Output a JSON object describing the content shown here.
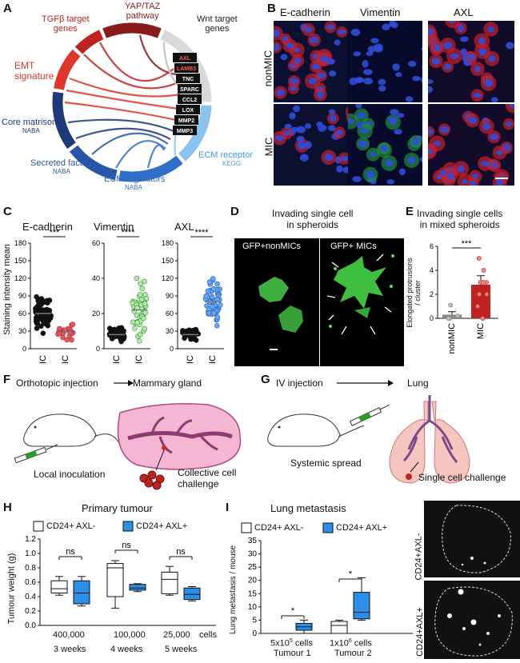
{
  "panel_labels": {
    "A": "A",
    "B": "B",
    "C": "C",
    "D": "D",
    "E": "E",
    "F": "F",
    "G": "G",
    "H": "H",
    "I": "I"
  },
  "panelA": {
    "segments": [
      {
        "label": "YAP/TAZ\npathway",
        "color": "#8b1a1a"
      },
      {
        "label": "Wnt target\ngenes",
        "color": "#d9d9d9"
      },
      {
        "label": "ECM receptor",
        "sub": "KEGG",
        "color": "#89c2ec"
      },
      {
        "label": "ECM regulators",
        "sub": "NABA",
        "color": "#2f6fc7"
      },
      {
        "label": "Secreted factors",
        "sub": "NABA",
        "color": "#2855a8"
      },
      {
        "label": "Core matrisome",
        "sub": "NABA",
        "color": "#1f3a7a"
      },
      {
        "label": "EMT\nsignature",
        "color": "#e0352b"
      },
      {
        "label": "TGFβ target\ngenes",
        "color": "#c0231f"
      }
    ],
    "genes": [
      "AXL",
      "LAMB3",
      "TNC",
      "SPARC",
      "CCL2",
      "LOX",
      "MMP2",
      "MMP3"
    ]
  },
  "panelB": {
    "columns": [
      "E-cadherin",
      "Vimentin",
      "AXL"
    ],
    "rows": [
      "nonMIC",
      "MIC"
    ]
  },
  "panelC": {
    "ylabel": "Staining intensity mean",
    "charts": [
      {
        "title": "E-cadherin",
        "yticks": [
          "0",
          "30",
          "60",
          "90",
          "120",
          "150",
          "180"
        ],
        "groups": [
          "nonMIC",
          "MIC"
        ],
        "sig": "***"
      },
      {
        "title": "Vimentin",
        "yticks": [
          "0",
          "20",
          "40",
          "60"
        ],
        "groups": [
          "nonMIC",
          "MIC"
        ],
        "sig": "****"
      },
      {
        "title": "AXL",
        "yticks": [
          "0",
          "30",
          "60",
          "90",
          "120",
          "150",
          "180"
        ],
        "groups": [
          "nonMIC",
          "MIC"
        ],
        "sig": "****"
      }
    ]
  },
  "panelD": {
    "title": "Invading single cell\nin spheroids",
    "left": "GFP+nonMICs",
    "right": "GFP+ MICs"
  },
  "panelE": {
    "title": "Invading single cells\nin mixed spheroids",
    "ylabel": "Elongated protrusions\n/ cluster",
    "yticks": [
      "0",
      "2",
      "4",
      "6"
    ],
    "groups": [
      "nonMIC",
      "MIC"
    ],
    "sig": "***"
  },
  "panelF": {
    "step1": "Orthotopic injection",
    "step2": "Mammary gland",
    "cap1": "Local inoculation",
    "cap2": "Collective cell\nchallenge"
  },
  "panelG": {
    "step1": "IV injection",
    "step2": "Lung",
    "cap1": "Systemic spread",
    "cap2": "Single cell challenge"
  },
  "panelH": {
    "title": "Primary tumour",
    "legend": [
      "CD24+ AXL-",
      "CD24+ AXL+"
    ],
    "ylabel": "Tumour weight (g)",
    "yticks": [
      "0.0",
      "0.2",
      "0.4",
      "0.6",
      "0.8",
      "1.0",
      "1.2"
    ],
    "groups": [
      "400,000",
      "100,000",
      "25,000"
    ],
    "weeks": [
      "3 weeks",
      "4 weeks",
      "5 weeks"
    ],
    "units": "cells",
    "sig": [
      "ns",
      "ns",
      "ns"
    ]
  },
  "panelI": {
    "title": "Lung metastasis",
    "legend": [
      "CD24+ AXL-",
      "CD24+ AXL+"
    ],
    "ylabel": "Lung metastasis / mouse",
    "yticks": [
      "0",
      "5",
      "10",
      "15",
      "20",
      "25",
      "30",
      "35"
    ],
    "groups": [
      "5x10",
      "1x10"
    ],
    "exps": [
      "5",
      "6"
    ],
    "units": "cells",
    "tumours": [
      "Tumour 1",
      "Tumour 2"
    ],
    "sig": [
      "*",
      "*"
    ],
    "img_labels": [
      "CD24+AXL-",
      "CD24+AXL+"
    ]
  },
  "colors": {
    "red": "#c0231f",
    "blue": "#2b7fd8",
    "green": "#2a9a2a",
    "lightblue": "#4aa3f0"
  },
  "chart_data": [
    {
      "type": "box",
      "title": "Primary tumour",
      "ylabel": "Tumour weight (g)",
      "ylim": [
        0,
        1.2
      ],
      "categories": [
        "400,000",
        "100,000",
        "25,000"
      ],
      "series": [
        {
          "name": "CD24+ AXL-",
          "boxes": [
            [
              0.42,
              0.45,
              0.51,
              0.62,
              0.68
            ],
            [
              0.24,
              0.4,
              0.8,
              0.86,
              0.9
            ],
            [
              0.42,
              0.44,
              0.64,
              0.74,
              0.82
            ]
          ]
        },
        {
          "name": "CD24+ AXL+",
          "boxes": [
            [
              0.27,
              0.3,
              0.45,
              0.62,
              0.68
            ],
            [
              0.47,
              0.49,
              0.52,
              0.57,
              0.58
            ],
            [
              0.34,
              0.36,
              0.43,
              0.52,
              0.54
            ]
          ]
        }
      ]
    },
    {
      "type": "box",
      "title": "Lung metastasis",
      "ylabel": "Lung metastasis / mouse",
      "ylim": [
        0,
        35
      ],
      "categories": [
        "Tumour 1",
        "Tumour 2"
      ],
      "series": [
        {
          "name": "CD24+ AXL-",
          "boxes": [
            [
              0,
              0,
              0,
              0,
              0
            ],
            [
              0,
              0,
              3,
              4.5,
              5
            ]
          ]
        },
        {
          "name": "CD24+ AXL+",
          "boxes": [
            [
              0,
              1.2,
              2.5,
              3.8,
              5
            ],
            [
              5,
              5.5,
              8,
              15.5,
              21
            ]
          ]
        }
      ]
    },
    {
      "type": "bar",
      "title": "Invading single cells\nin mixed spheroids",
      "ylabel": "Elongated protrusions\n/ cluster",
      "ylim": [
        0,
        6
      ],
      "categories": [
        "nonMIC",
        "MIC"
      ],
      "values": [
        0.3,
        2.8
      ]
    }
  ]
}
